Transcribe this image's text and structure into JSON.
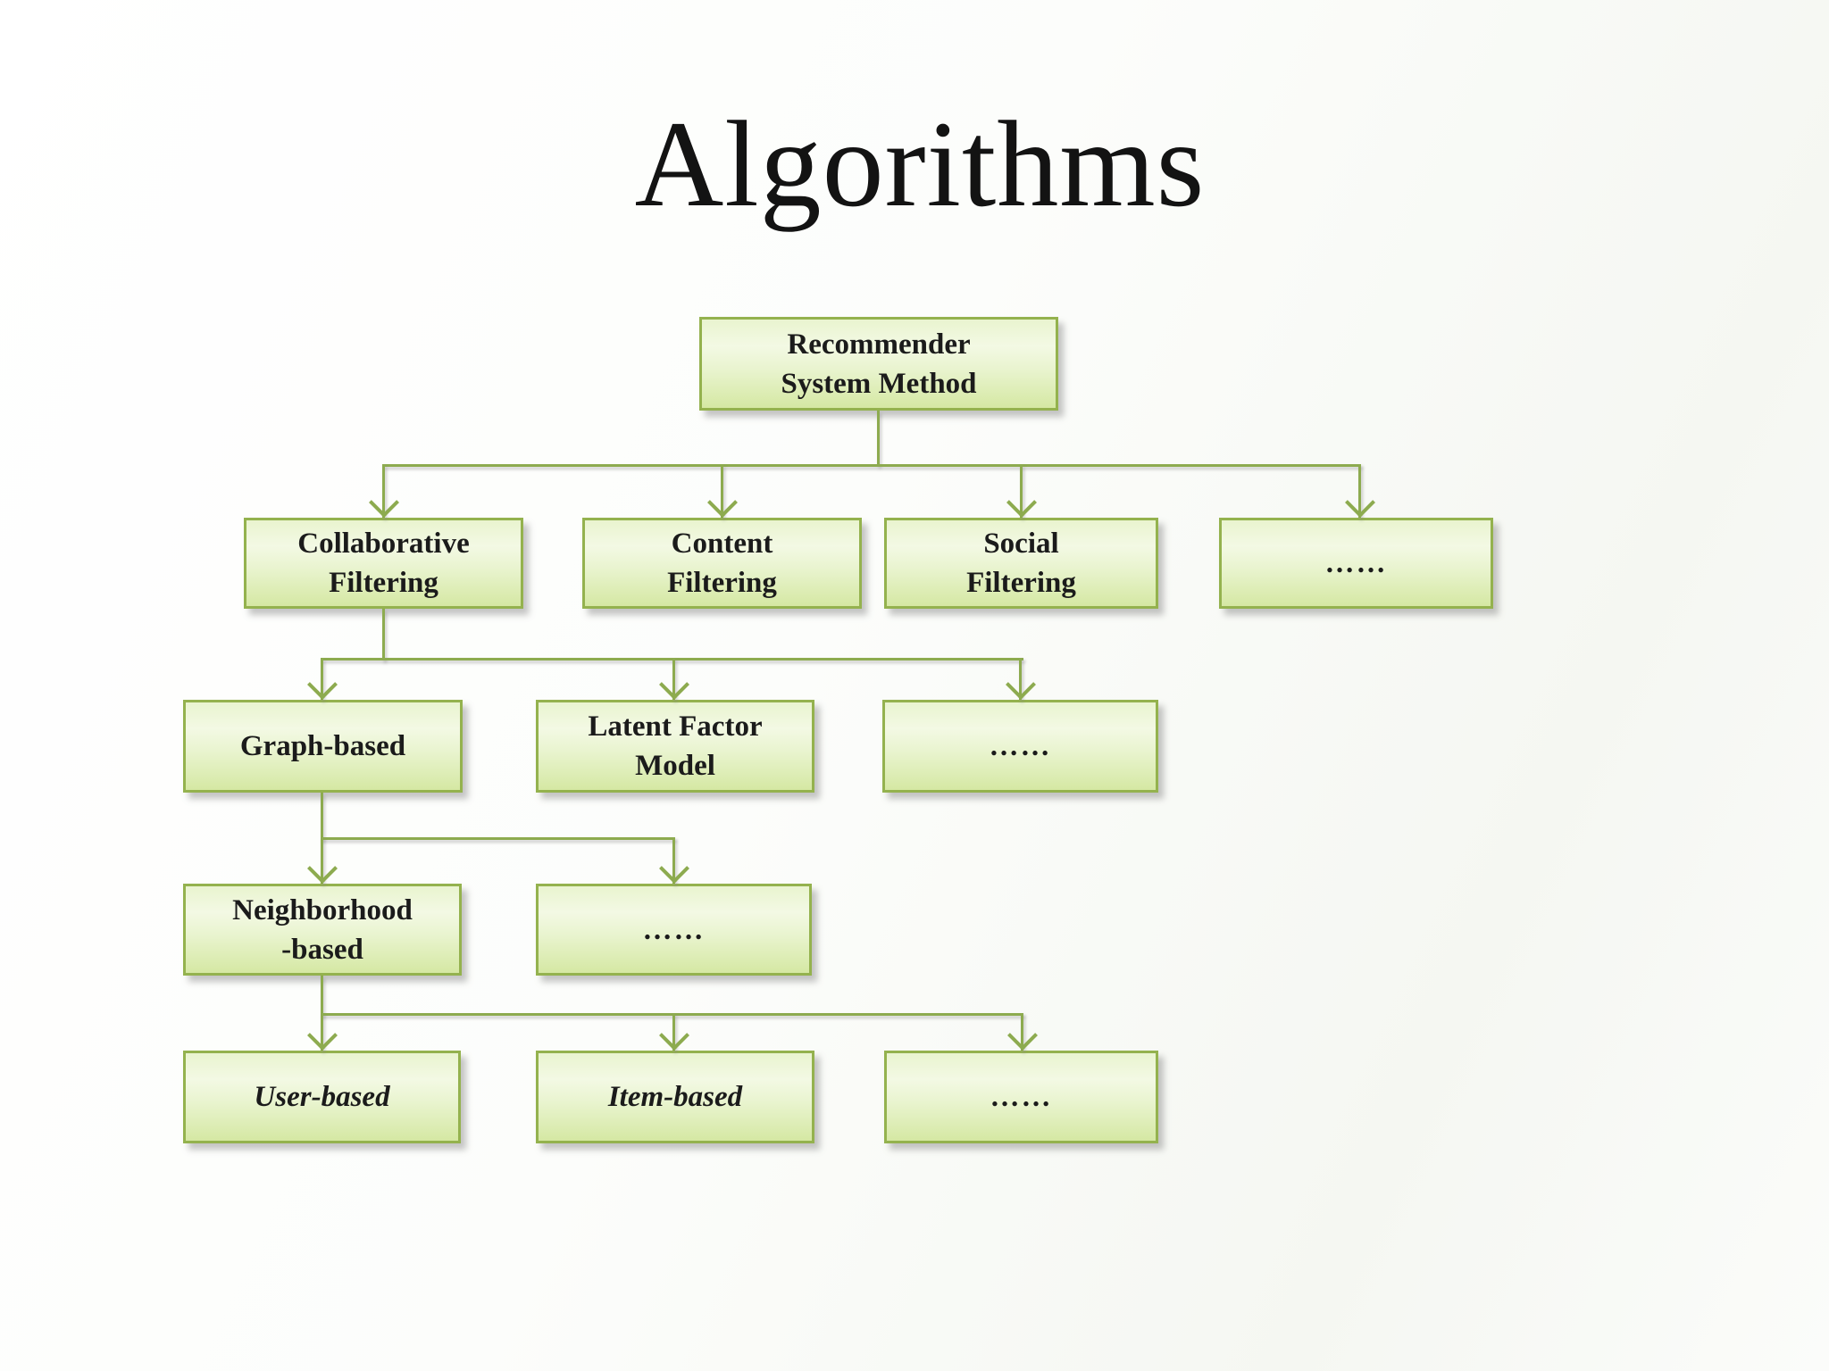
{
  "slide": {
    "title": "Algorithms"
  },
  "colors": {
    "box_border": "#94b24e",
    "box_fill_top": "#e9f4cf",
    "box_fill_mid": "#f3f9e4",
    "box_fill_bottom": "#d5e8a3",
    "connector": "#8dab4f",
    "text": "#1b1b1b",
    "title_text": "#131313"
  },
  "nodes": {
    "root": {
      "label": "Recommender\nSystem Method"
    },
    "collaborative": {
      "label": "Collaborative\nFiltering"
    },
    "content": {
      "label": "Content\nFiltering"
    },
    "social": {
      "label": "Social\nFiltering"
    },
    "row2_more": {
      "label": "……"
    },
    "graph": {
      "label": "Graph-based"
    },
    "latent": {
      "label": "Latent Factor\nModel"
    },
    "row3_more": {
      "label": "……"
    },
    "neighborhood": {
      "label": "Neighborhood\n-based"
    },
    "row4_more": {
      "label": "……"
    },
    "user": {
      "label": "User-based"
    },
    "item": {
      "label": "Item-based"
    },
    "row5_more": {
      "label": "……"
    }
  },
  "edges": [
    {
      "from": "root",
      "to": "collaborative"
    },
    {
      "from": "root",
      "to": "content"
    },
    {
      "from": "root",
      "to": "social"
    },
    {
      "from": "root",
      "to": "row2_more"
    },
    {
      "from": "collaborative",
      "to": "graph"
    },
    {
      "from": "collaborative",
      "to": "latent"
    },
    {
      "from": "collaborative",
      "to": "row3_more"
    },
    {
      "from": "graph",
      "to": "neighborhood"
    },
    {
      "from": "graph",
      "to": "row4_more"
    },
    {
      "from": "neighborhood",
      "to": "user"
    },
    {
      "from": "neighborhood",
      "to": "item"
    },
    {
      "from": "neighborhood",
      "to": "row5_more"
    }
  ]
}
